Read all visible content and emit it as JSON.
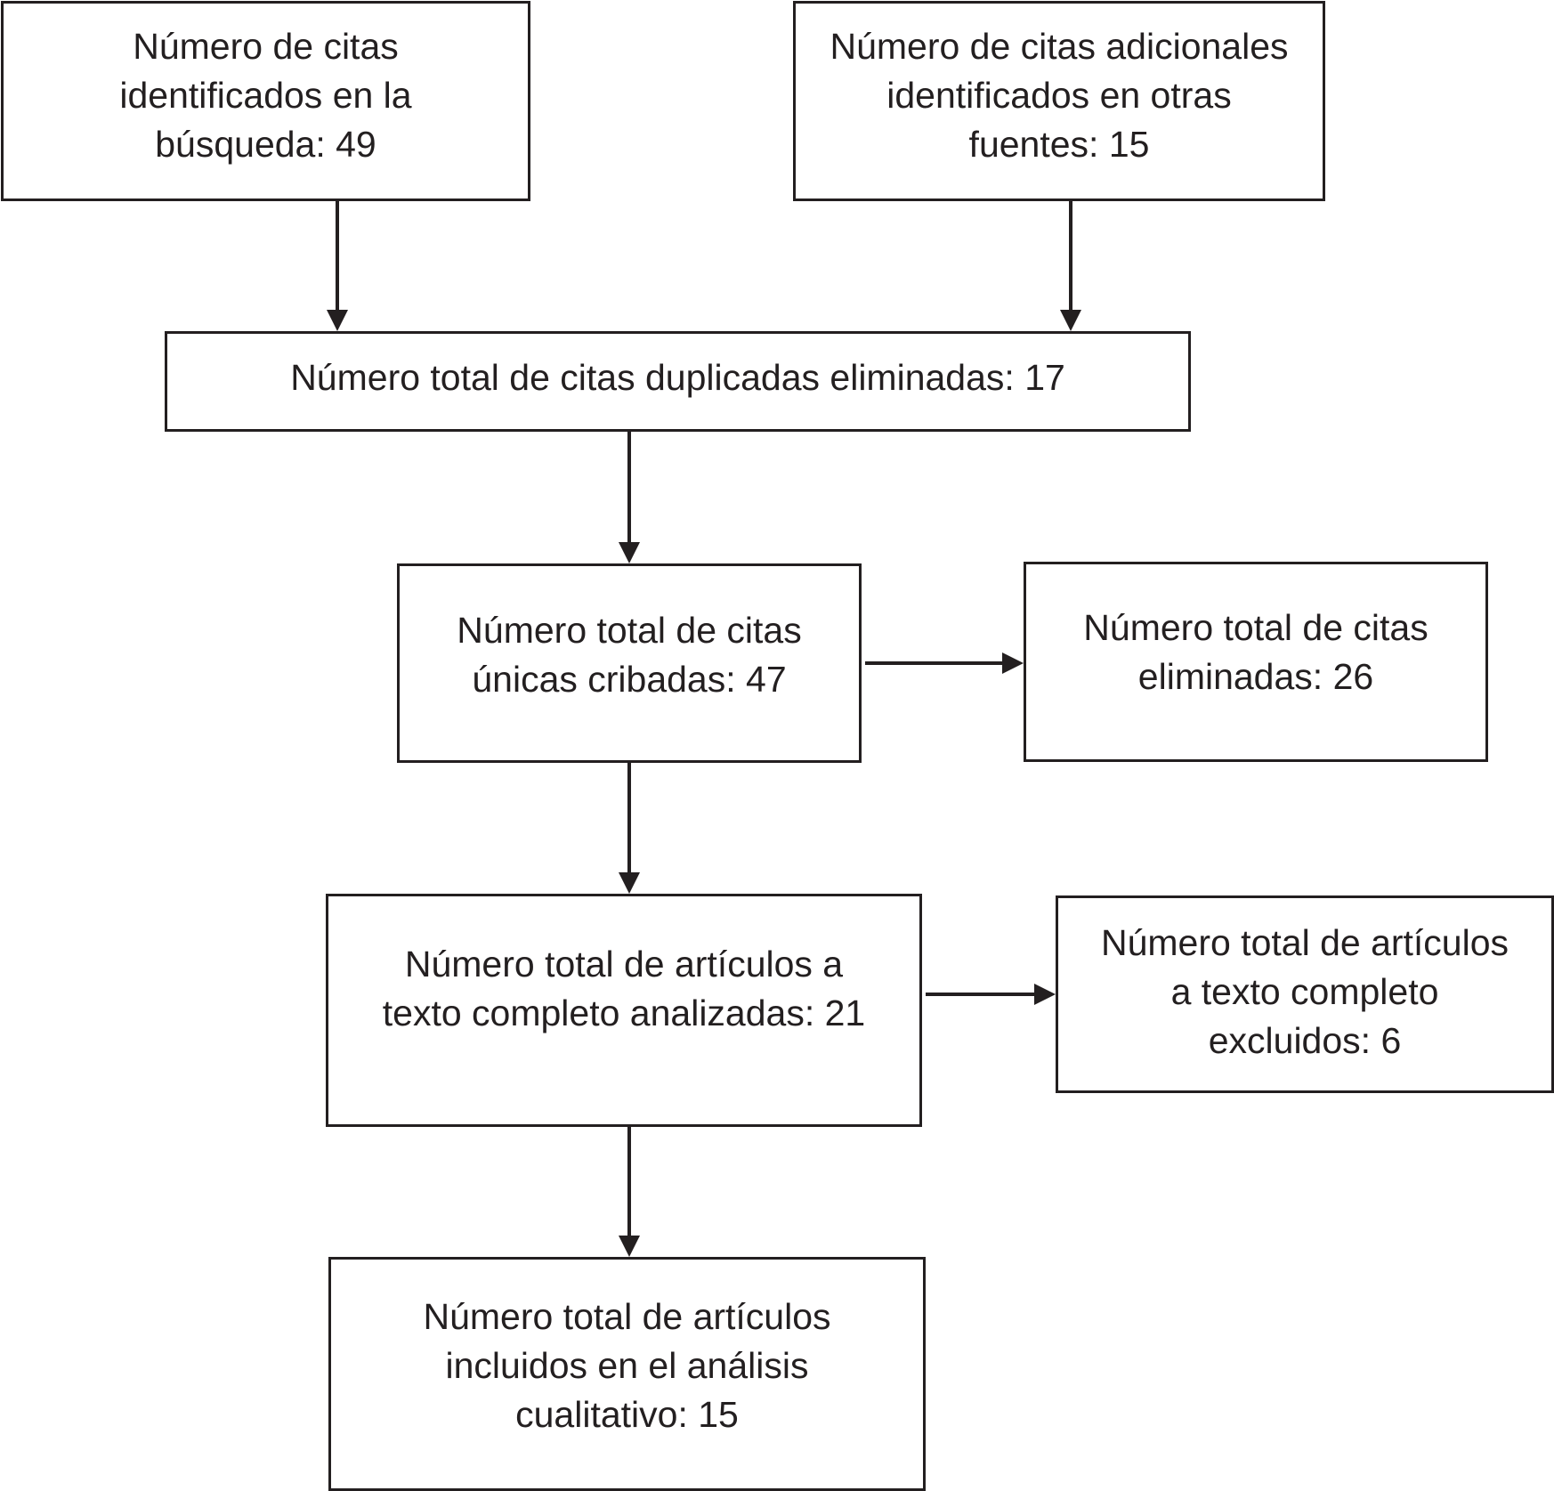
{
  "boxes": {
    "search": "Número de citas\nidentificados en la\nbúsqueda: 49",
    "other_sources": "Número de citas adicionales\nidentificados en otras\nfuentes: 15",
    "duplicates_removed": "Número total de citas duplicadas eliminadas: 17",
    "unique_screened": "Número total de citas\núnicas cribadas: 47",
    "removed": "Número total de citas\neliminadas: 26",
    "fulltext_analyzed": "Número total de artículos a\ntexto completo analizadas: 21",
    "fulltext_excluded": "Número total de artículos\na texto completo\nexcluidos: 6",
    "included": "Número total de artículos\nincluidos en el análisis\ncualitativo: 15"
  },
  "colors": {
    "line": "#231f20",
    "text": "#231f20",
    "background": "#ffffff"
  }
}
